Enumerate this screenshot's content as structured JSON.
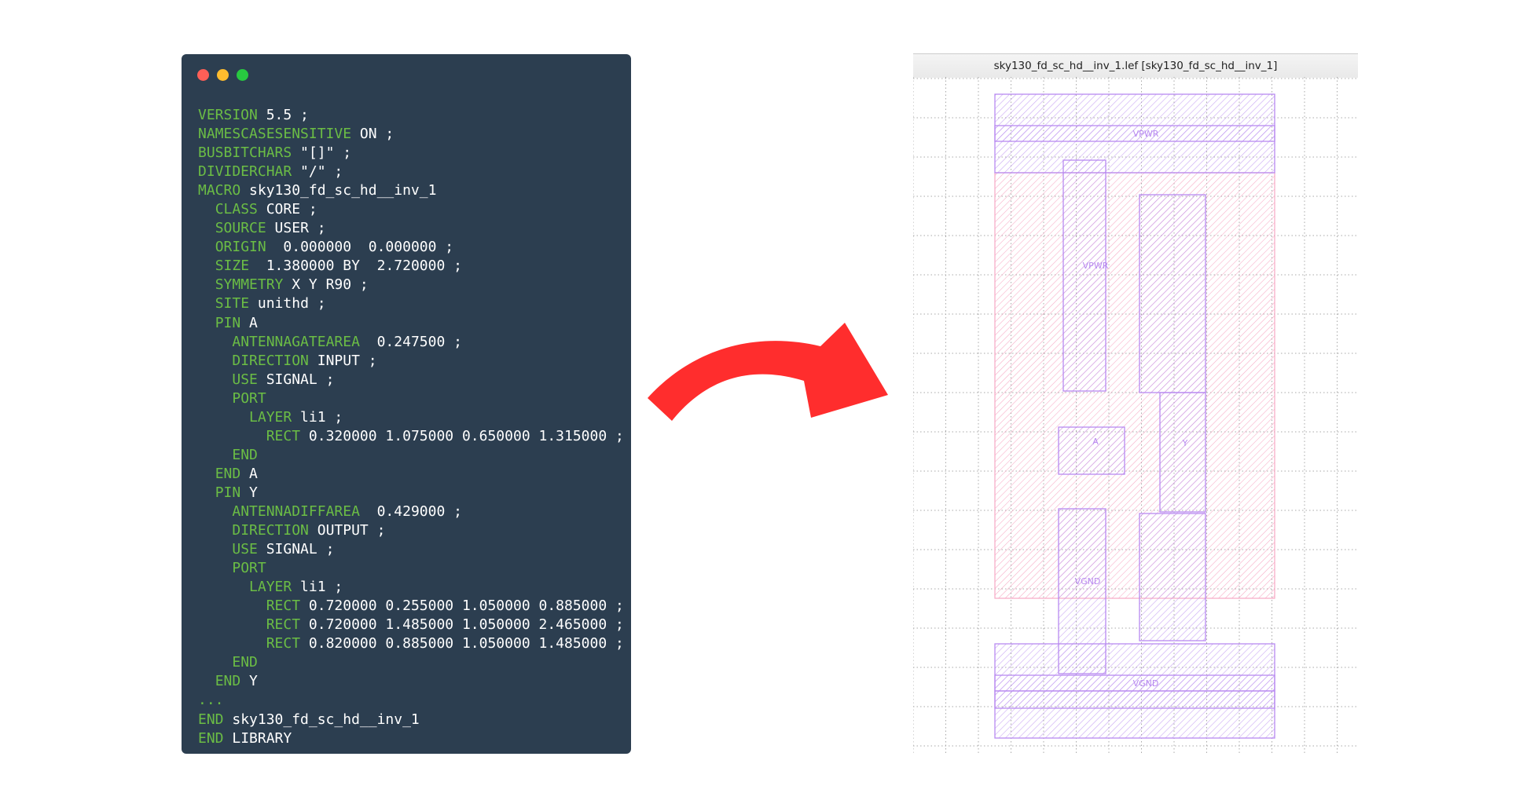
{
  "code_window": {
    "traffic_lights": [
      "#ff5f57",
      "#febc2e",
      "#28c840"
    ],
    "lines": [
      {
        "kw": "VERSION",
        "rest": " 5.5 ;"
      },
      {
        "kw": "NAMESCASESENSITIVE",
        "rest": " ON ;"
      },
      {
        "kw": "BUSBITCHARS",
        "rest": " \"[]\" ;"
      },
      {
        "kw": "DIVIDERCHAR",
        "rest": " \"/\" ;"
      },
      {
        "kw": "MACRO",
        "rest": " sky130_fd_sc_hd__inv_1"
      },
      {
        "indent": "  ",
        "kw": "CLASS",
        "rest": " CORE ;"
      },
      {
        "indent": "  ",
        "kw": "SOURCE",
        "rest": " USER ;"
      },
      {
        "indent": "  ",
        "kw": "ORIGIN",
        "rest": "  0.000000  0.000000 ;"
      },
      {
        "indent": "  ",
        "kw": "SIZE",
        "rest": "  1.380000 BY  2.720000 ;"
      },
      {
        "indent": "  ",
        "kw": "SYMMETRY",
        "rest": " X Y R90 ;"
      },
      {
        "indent": "  ",
        "kw": "SITE",
        "rest": " unithd ;"
      },
      {
        "indent": "  ",
        "kw": "PIN",
        "rest": " A"
      },
      {
        "indent": "    ",
        "kw": "ANTENNAGATEAREA",
        "rest": "  0.247500 ;"
      },
      {
        "indent": "    ",
        "kw": "DIRECTION",
        "rest": " INPUT ;"
      },
      {
        "indent": "    ",
        "kw": "USE",
        "rest": " SIGNAL ;"
      },
      {
        "indent": "    ",
        "kw": "PORT",
        "rest": ""
      },
      {
        "indent": "      ",
        "kw": "LAYER",
        "rest": " li1 ;"
      },
      {
        "indent": "        ",
        "kw": "RECT",
        "rest": " 0.320000 1.075000 0.650000 1.315000 ;"
      },
      {
        "indent": "    ",
        "kw": "END",
        "rest": ""
      },
      {
        "indent": "  ",
        "kw": "END",
        "rest": " A"
      },
      {
        "indent": "  ",
        "kw": "PIN",
        "rest": " Y"
      },
      {
        "indent": "    ",
        "kw": "ANTENNADIFFAREA",
        "rest": "  0.429000 ;"
      },
      {
        "indent": "    ",
        "kw": "DIRECTION",
        "rest": " OUTPUT ;"
      },
      {
        "indent": "    ",
        "kw": "USE",
        "rest": " SIGNAL ;"
      },
      {
        "indent": "    ",
        "kw": "PORT",
        "rest": ""
      },
      {
        "indent": "      ",
        "kw": "LAYER",
        "rest": " li1 ;"
      },
      {
        "indent": "        ",
        "kw": "RECT",
        "rest": " 0.720000 0.255000 1.050000 0.885000 ;"
      },
      {
        "indent": "        ",
        "kw": "RECT",
        "rest": " 0.720000 1.485000 1.050000 2.465000 ;"
      },
      {
        "indent": "        ",
        "kw": "RECT",
        "rest": " 0.820000 0.885000 1.050000 1.485000 ;"
      },
      {
        "indent": "    ",
        "kw": "END",
        "rest": ""
      },
      {
        "indent": "  ",
        "kw": "END",
        "rest": " Y"
      },
      {
        "kw": "...",
        "rest": ""
      },
      {
        "kw": "END",
        "rest": " sky130_fd_sc_hd__inv_1"
      },
      {
        "kw": "END",
        "rest": " LIBRARY"
      }
    ]
  },
  "arrow": {
    "color": "#ff2d2d"
  },
  "viewer": {
    "title": "sky130_fd_sc_hd__inv_1.lef [sky130_fd_sc_hd__inv_1]",
    "colors": {
      "boundary": "#f7a8c4",
      "metal": "#b88af0",
      "grid": "#a8a8a8"
    },
    "labels": {
      "vpwr_rail": "VPWR",
      "vpwr_pin": "VPWR",
      "a_pin": "A",
      "y_pin": "Y",
      "vgnd_pin": "VGND",
      "vgnd_rail": "VGND"
    }
  }
}
